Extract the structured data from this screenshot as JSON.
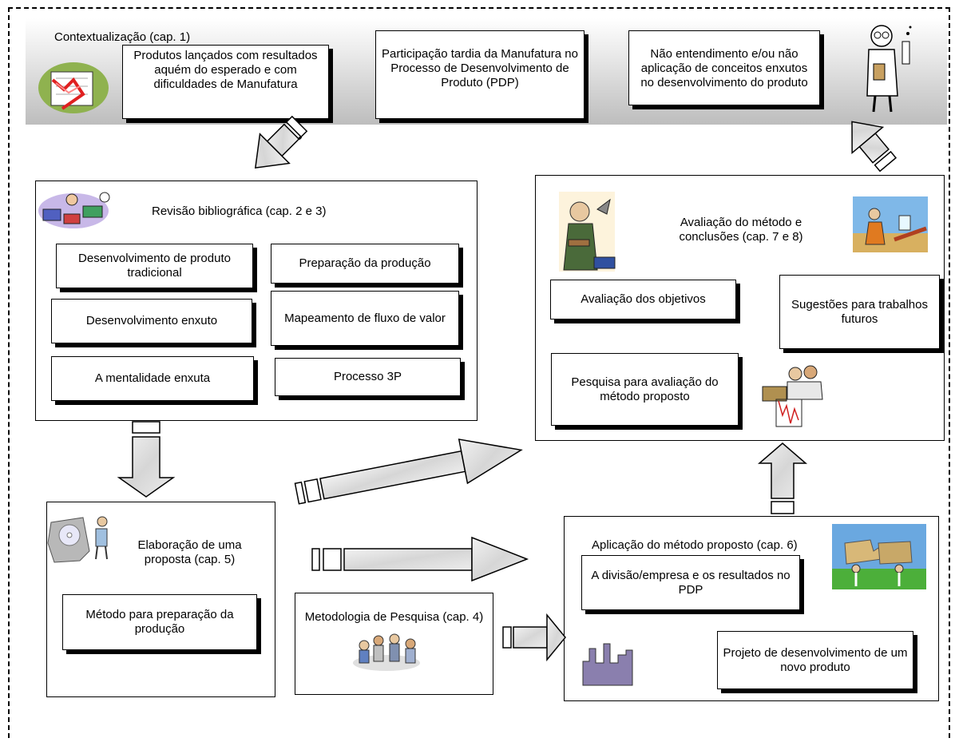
{
  "context": {
    "label": "Contextualização (cap. 1)",
    "box1": "Produtos lançados com resultados aquém do esperado e com dificuldades de Manufatura",
    "box2": "Participação tardia da Manufatura no Processo de Desenvolvimento de Produto (PDP)",
    "box3": "Não entendimento e/ou não aplicação de conceitos enxutos no desenvolvimento do produto"
  },
  "review": {
    "title": "Revisão bibliográfica (cap. 2 e 3)",
    "items": [
      "Desenvolvimento de produto tradicional",
      "Preparação da produção",
      "Desenvolvimento enxuto",
      "Mapeamento de fluxo de valor",
      "A mentalidade enxuta",
      "Processo 3P"
    ]
  },
  "evaluation": {
    "title": "Avaliação do método e conclusões (cap. 7 e 8)",
    "objectives": "Avaliação dos objetivos",
    "suggestions": "Sugestões para trabalhos futuros",
    "research": "Pesquisa para avaliação do método proposto"
  },
  "proposal": {
    "title": "Elaboração de uma proposta (cap. 5)",
    "method": "Método para preparação da produção"
  },
  "methodology": {
    "title": "Metodologia de Pesquisa (cap. 4)"
  },
  "application": {
    "title": "Aplicação do método proposto (cap. 6)",
    "division": "A divisão/empresa e os resultados no PDP",
    "project": "Projeto de desenvolvimento de um novo produto"
  }
}
